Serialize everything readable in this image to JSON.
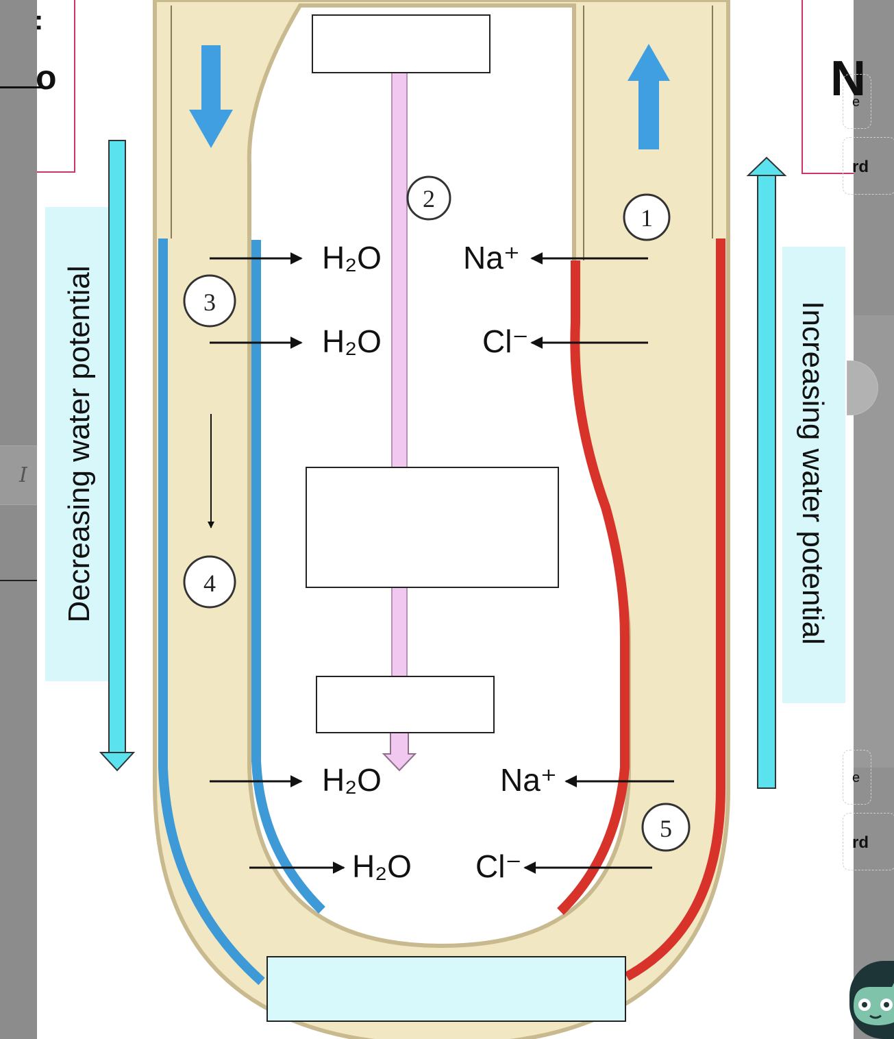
{
  "diagram": {
    "left_axis_label": "Decreasing water potential",
    "right_axis_label": "Increasing water potential",
    "markers": [
      "1",
      "2",
      "3",
      "4",
      "5"
    ],
    "ions": {
      "h2o_1": "H₂O",
      "h2o_2": "H₂O",
      "h2o_3": "H₂O",
      "h2o_4": "H₂O",
      "na_1": "Na⁺",
      "cl_1": "Cl⁻",
      "na_2": "Na⁺",
      "cl_2": "Cl⁻"
    },
    "answer_boxes": [
      "",
      "",
      "",
      ""
    ]
  },
  "background_fragments": {
    "top_left_letter": "o",
    "top_left_symbol": ":",
    "top_right_letter": "N",
    "side_text_1": "e",
    "side_text_2": "rd",
    "side_text_3": "e",
    "side_text_4": "rd",
    "cursor_symbol": "I"
  },
  "colors": {
    "tube_fill": "#f1e7c2",
    "tube_wall": "#c9b98e",
    "descending_limb": "#3e9ad6",
    "ascending_limb": "#d8332a",
    "collecting_duct": "#f1c8ef",
    "axis_arrow": "#5ae2ee",
    "axis_label_bg": "#d7f7fa",
    "flow_arrow": "#3f9fe0",
    "frame_pink": "#d0326c"
  }
}
